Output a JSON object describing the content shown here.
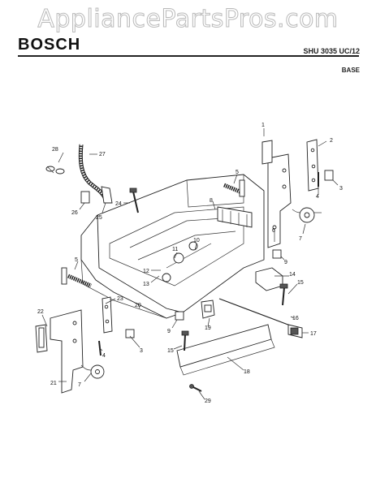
{
  "watermark": "AppliancePartsPros.com",
  "brand": "BOSCH",
  "model": "SHU 3035 UC/12",
  "section": "BASE",
  "callouts": [
    "1",
    "2",
    "3",
    "4",
    "5",
    "6",
    "7",
    "8",
    "9",
    "10",
    "11",
    "12",
    "13",
    "14",
    "15",
    "16",
    "17",
    "18",
    "19",
    "20",
    "21",
    "22",
    "23",
    "24",
    "25",
    "26",
    "27",
    "28",
    "29"
  ]
}
